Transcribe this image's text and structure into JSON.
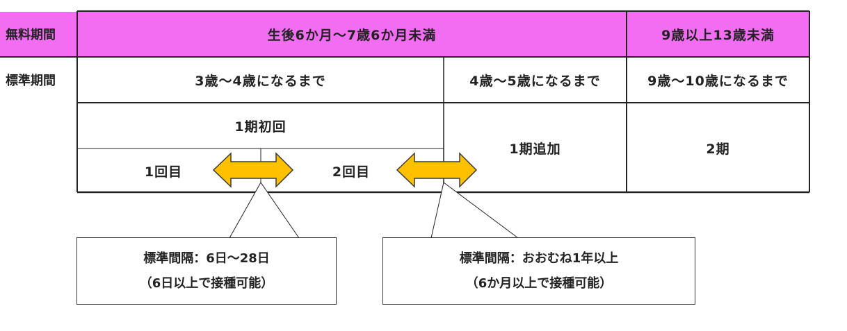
{
  "row_labels": {
    "free_period": "無料期間",
    "standard_period": "標準期間"
  },
  "free_period": {
    "first": "生後6か月～7歳6か月未満",
    "second": "9歳以上13歳未満"
  },
  "standard_period": {
    "first": "3歳～4歳になるまで",
    "second": "4歳～5歳になるまで",
    "third": "9歳～10歳になるまで"
  },
  "doses": {
    "phase1_initial": "1期初回",
    "dose1": "1回目",
    "dose2": "2回目",
    "phase1_booster": "1期追加",
    "phase2": "2期"
  },
  "notes": {
    "left": {
      "line1": "標準間隔：6日～28日",
      "line2": "（6日以上で接種可能）"
    },
    "right": {
      "line1": "標準間隔：おおむね1年以上",
      "line2": "（6か月以上で接種可能）"
    }
  },
  "colors": {
    "pink": "#f26df2",
    "arrow": "#ffc000",
    "border": "#222222"
  },
  "icons": {
    "interval_arrow": "double-headed-arrow"
  }
}
